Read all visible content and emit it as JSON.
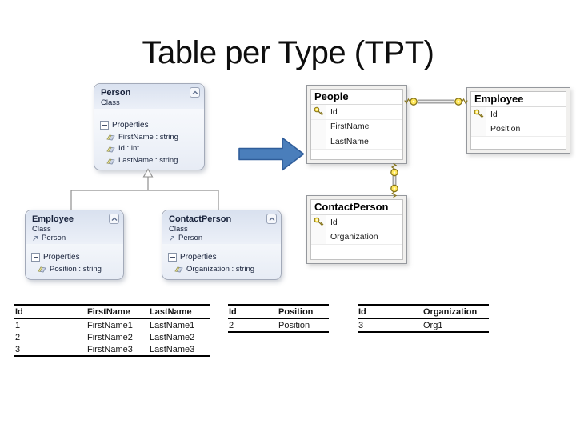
{
  "title": "Table per Type (TPT)",
  "class_diagram": {
    "properties_label": "Properties",
    "person": {
      "name": "Person",
      "kind": "Class",
      "properties": [
        "FirstName : string",
        "Id : int",
        "LastName : string"
      ]
    },
    "employee": {
      "name": "Employee",
      "kind": "Class",
      "base": "Person",
      "properties": [
        "Position : string"
      ]
    },
    "contactPerson": {
      "name": "ContactPerson",
      "kind": "Class",
      "base": "Person",
      "properties": [
        "Organization : string"
      ]
    }
  },
  "db_diagram": {
    "people": {
      "name": "People",
      "columns": [
        {
          "name": "Id",
          "key": true
        },
        {
          "name": "FirstName",
          "key": false
        },
        {
          "name": "LastName",
          "key": false
        }
      ]
    },
    "employee": {
      "name": "Employee",
      "columns": [
        {
          "name": "Id",
          "key": true
        },
        {
          "name": "Position",
          "key": false
        }
      ]
    },
    "contactPerson": {
      "name": "ContactPerson",
      "columns": [
        {
          "name": "Id",
          "key": true
        },
        {
          "name": "Organization",
          "key": false
        }
      ]
    }
  },
  "data_tables": {
    "people": {
      "headers": [
        "Id",
        "FirstName",
        "LastName"
      ],
      "rows": [
        [
          "1",
          "FirstName1",
          "LastName1"
        ],
        [
          "2",
          "FirstName2",
          "LastName2"
        ],
        [
          "3",
          "FirstName3",
          "LastName3"
        ]
      ]
    },
    "employee": {
      "headers": [
        "Id",
        "Position"
      ],
      "rows": [
        [
          "2",
          "Position"
        ]
      ]
    },
    "contactPerson": {
      "headers": [
        "Id",
        "Organization"
      ],
      "rows": [
        [
          "3",
          "Org1"
        ]
      ]
    }
  },
  "icons": {
    "primary_key": "gold-key",
    "collapse_chevron": "chevron-up",
    "expander": "minus-box",
    "property": "property-glyph",
    "inherits_arrow": "arrow-up-right"
  },
  "colors": {
    "arrow_fill": "#4a7ebb",
    "arrow_border": "#2f5d9a",
    "key_fill": "#ffe75a",
    "key_stroke": "#86741a",
    "connector_gray": "#a0a0a0"
  }
}
